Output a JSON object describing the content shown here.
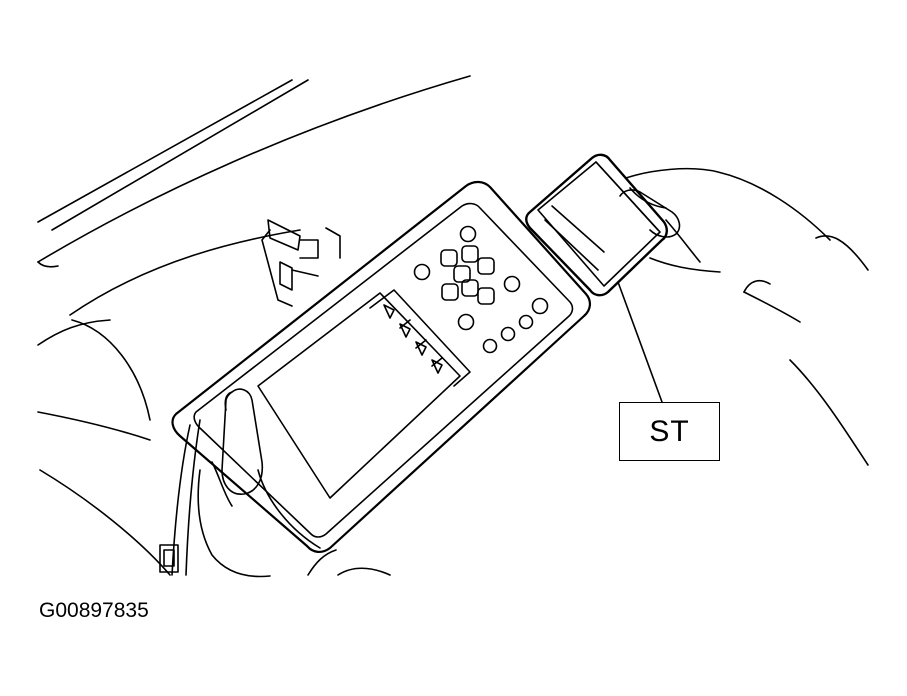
{
  "callout": {
    "label": "ST"
  },
  "figure": {
    "id": "G00897835"
  },
  "colors": {
    "ink": "#000000",
    "paper": "#ffffff"
  },
  "icons": [
    "scan-tool",
    "sst-card",
    "steering-column",
    "hand",
    "connector"
  ]
}
